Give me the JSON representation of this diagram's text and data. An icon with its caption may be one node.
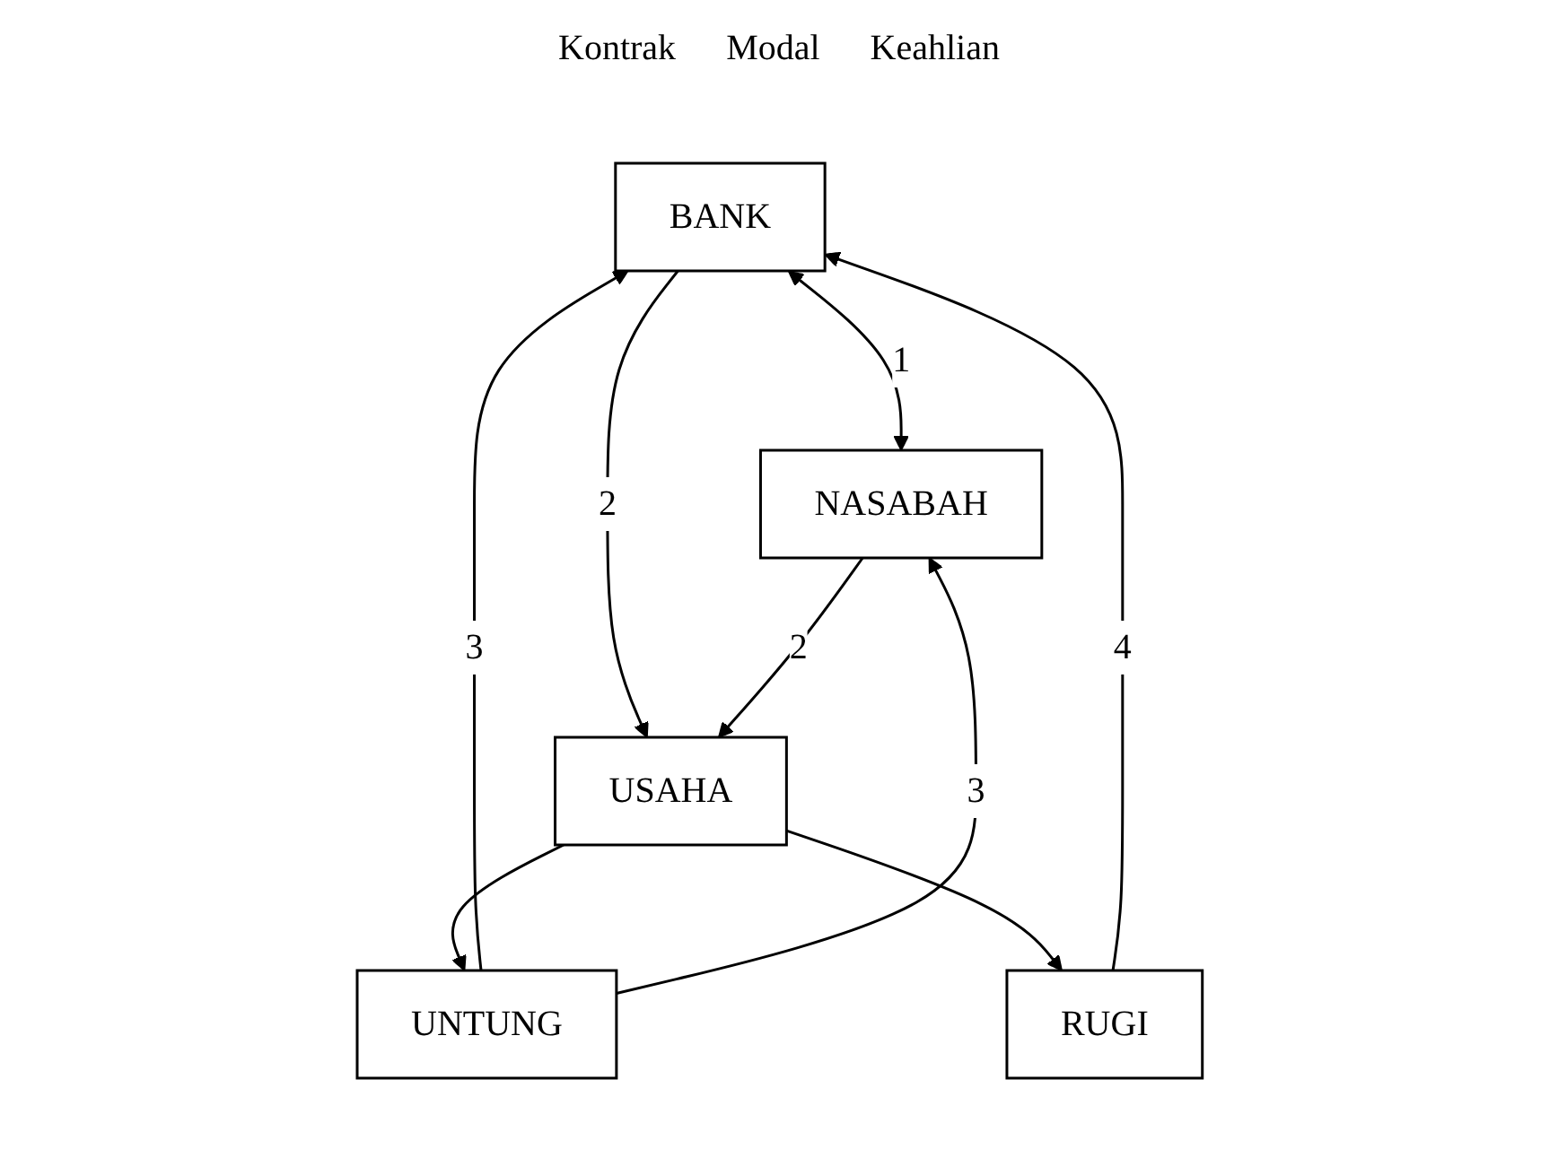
{
  "diagram": {
    "nodes": [
      {
        "text": [
          "BANK"
        ]
      },
      {
        "text": [
          "NASABAH"
        ]
      },
      {
        "text": [
          "USAHA"
        ]
      },
      {
        "text": [
          "UNTUNG"
        ]
      },
      {
        "text": [
          "RUGI"
        ]
      }
    ],
    "edges": [
      {
        "from": 0,
        "to": 1,
        "arrow": "both",
        "label": "1"
      },
      {
        "from": 0,
        "to": 2,
        "arrow": "to",
        "label": "2"
      },
      {
        "from": 1,
        "to": 2,
        "arrow": "to",
        "label": "2"
      },
      {
        "from": 3,
        "to": 0,
        "arrow": "to",
        "label": "3"
      },
      {
        "from": 3,
        "to": 1,
        "arrow": "to",
        "label": "3"
      },
      {
        "from": 4,
        "to": 0,
        "arrow": "to",
        "label": "4"
      },
      {
        "from": 2,
        "to": 3,
        "arrow": "to"
      },
      {
        "from": 2,
        "to": 4,
        "arrow": "to"
      }
    ],
    "labels": [
      "Kontrak",
      "Modal",
      "Keahlian"
    ]
  }
}
